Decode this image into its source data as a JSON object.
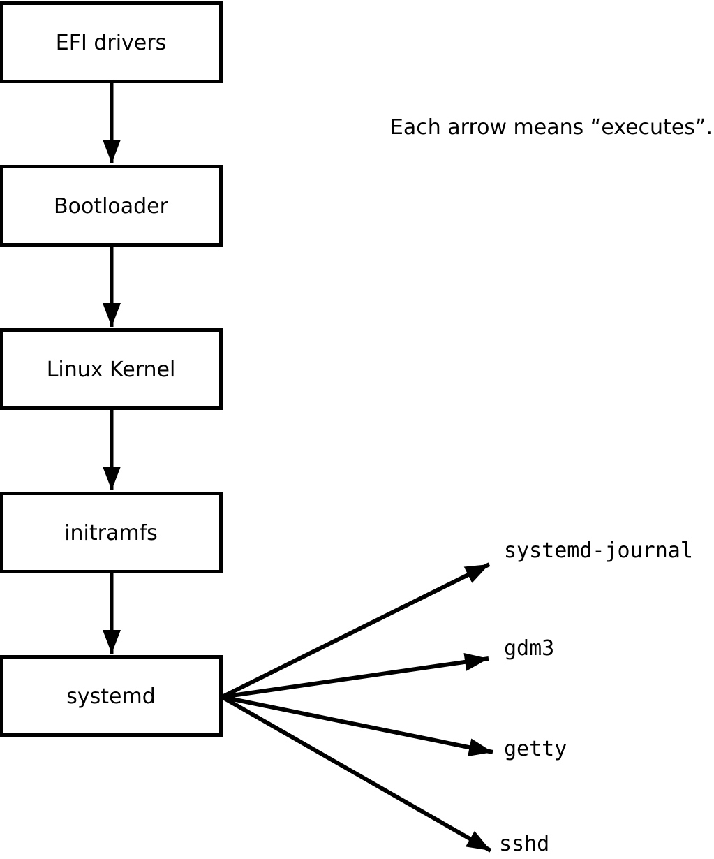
{
  "diagram": {
    "note": "Each arrow means “executes”.",
    "arrow_meaning": "executes",
    "boot_chain": [
      {
        "label": "EFI drivers"
      },
      {
        "label": "Bootloader"
      },
      {
        "label": "Linux Kernel"
      },
      {
        "label": "initramfs"
      },
      {
        "label": "systemd"
      }
    ],
    "spawned_processes": [
      {
        "label": "systemd-journal"
      },
      {
        "label": "gdm3"
      },
      {
        "label": "getty"
      },
      {
        "label": "sshd"
      }
    ],
    "colors": {
      "line": "#000000",
      "node_fill": "#ffffff",
      "text": "#000000",
      "background": "#ffffff"
    }
  }
}
